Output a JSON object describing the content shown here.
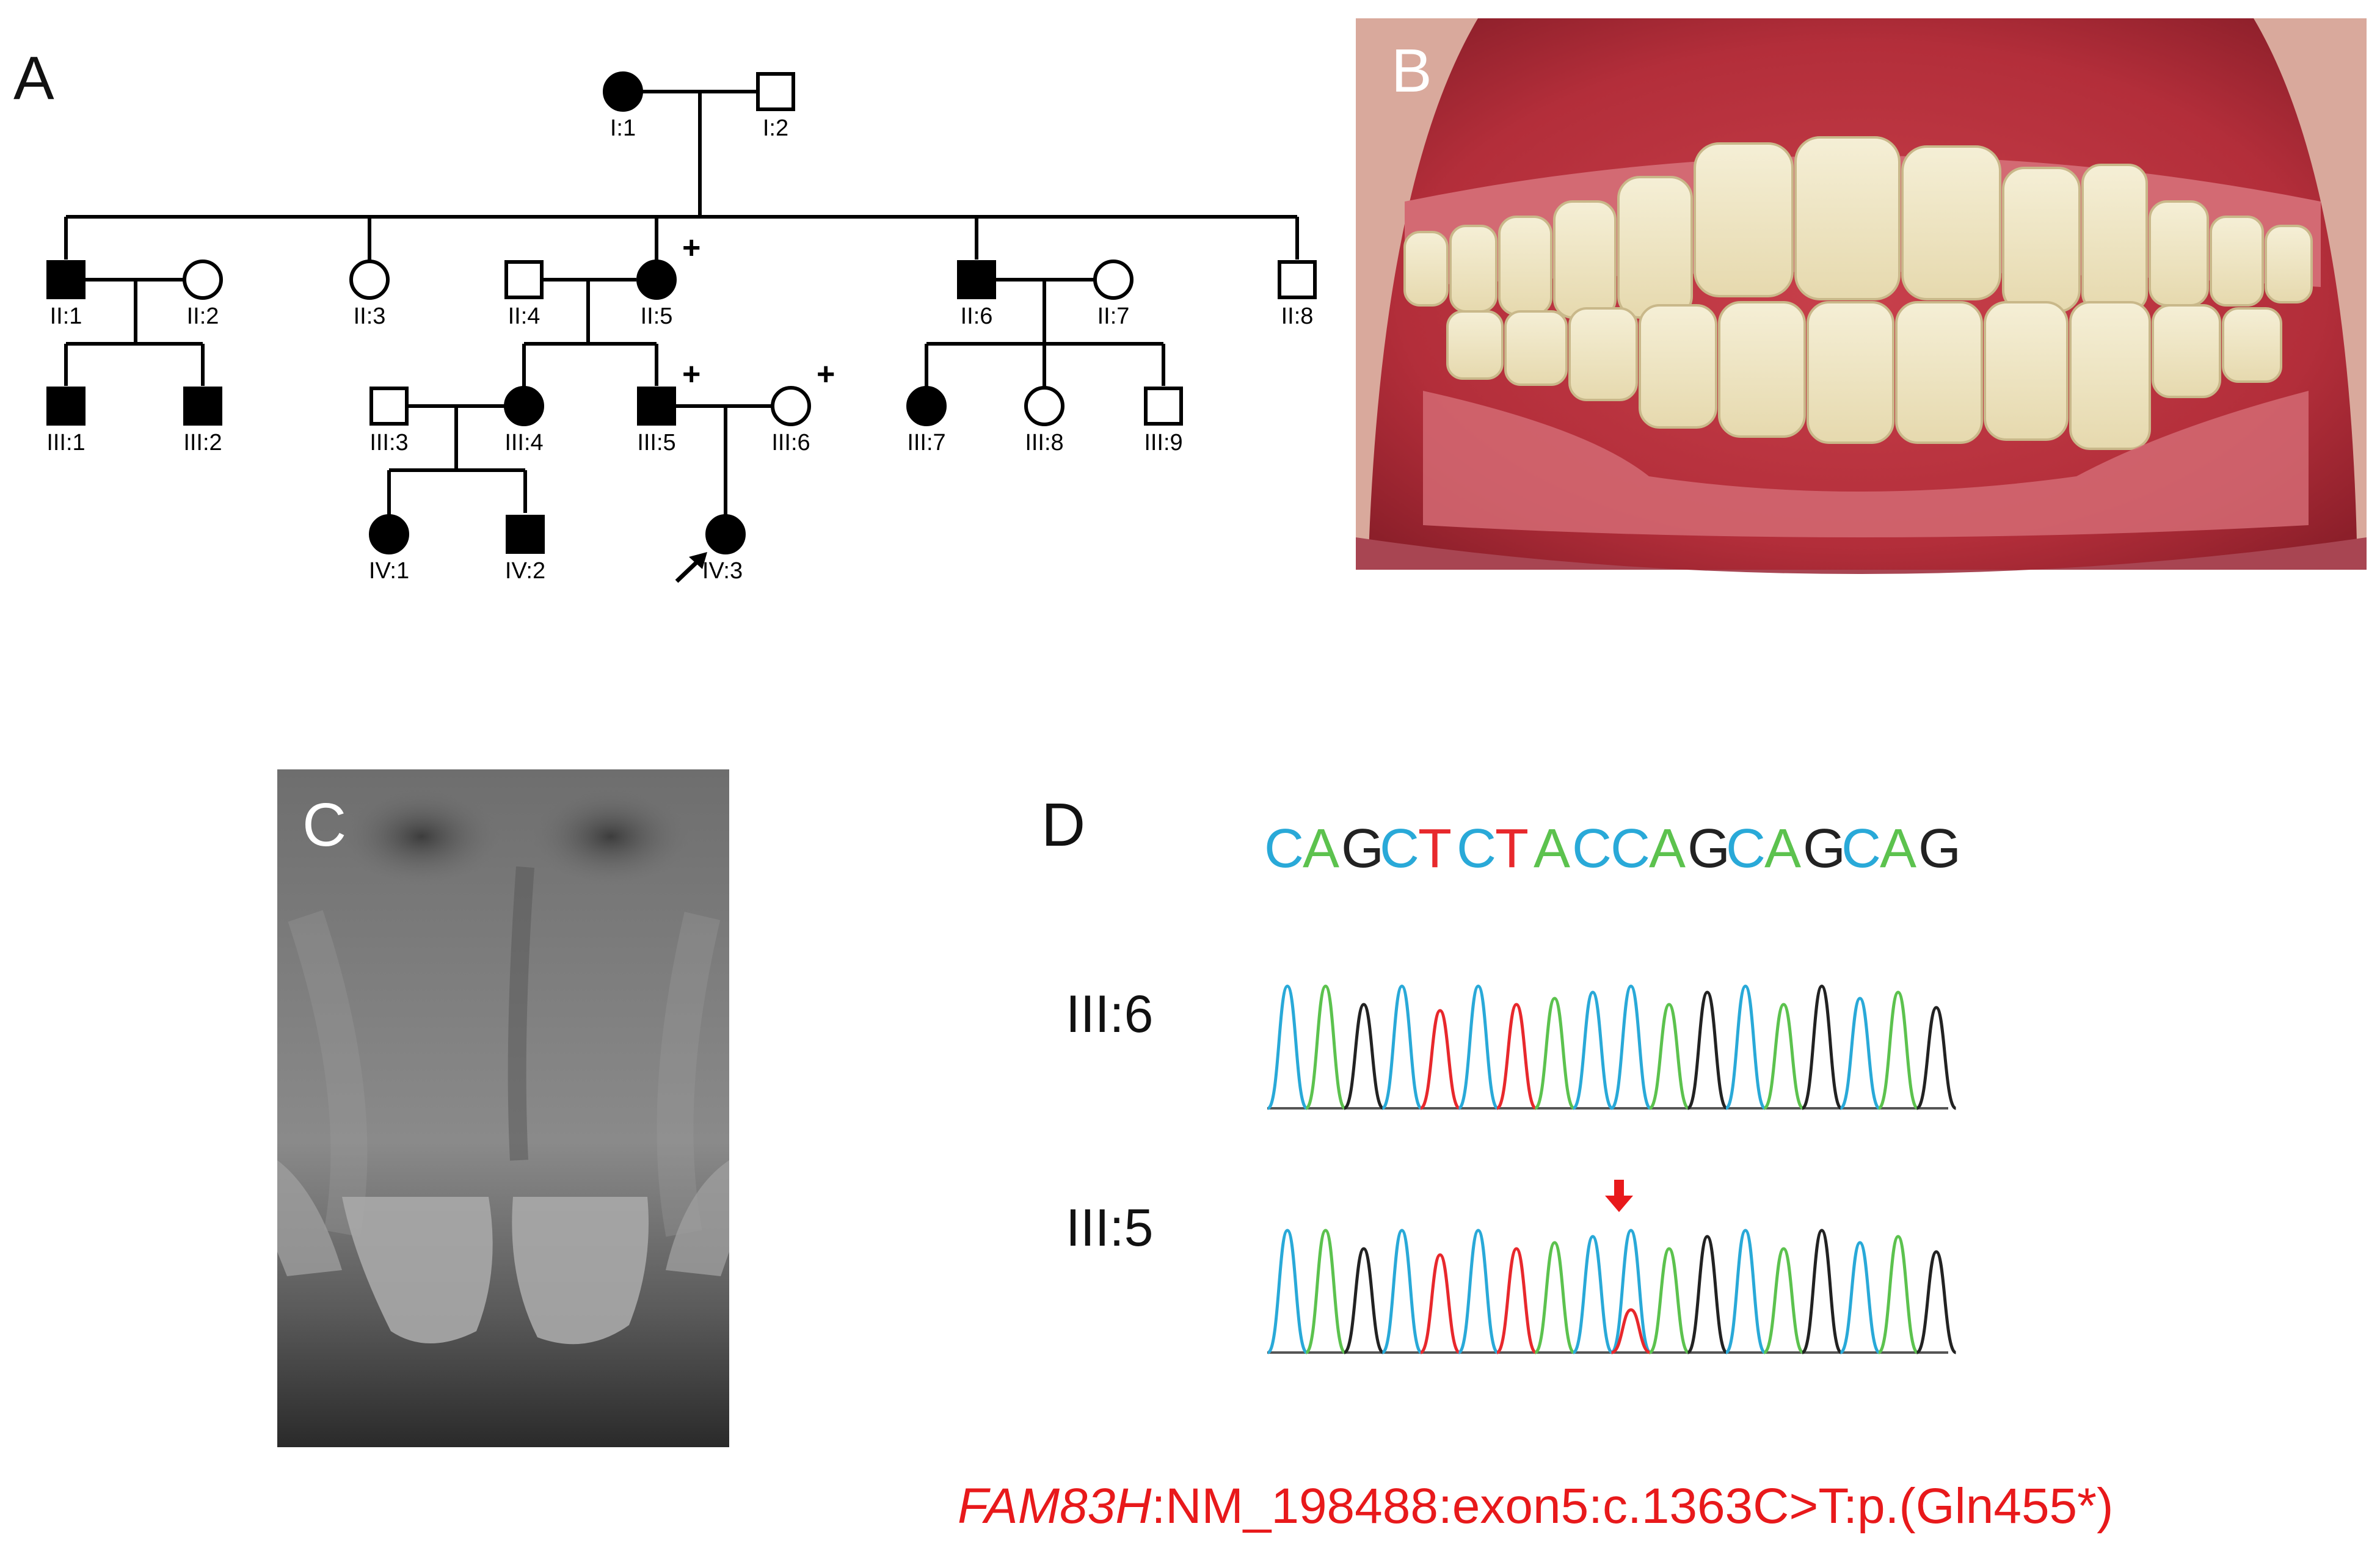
{
  "panels": {
    "a": "A",
    "b": "B",
    "c": "C",
    "d": "D"
  },
  "pedigree": {
    "individuals": [
      {
        "id": "I:1",
        "sex": "female",
        "affected": true,
        "carrier_tested": false
      },
      {
        "id": "I:2",
        "sex": "male",
        "affected": false,
        "carrier_tested": false
      },
      {
        "id": "II:1",
        "sex": "male",
        "affected": true,
        "carrier_tested": false
      },
      {
        "id": "II:2",
        "sex": "female",
        "affected": false,
        "carrier_tested": false
      },
      {
        "id": "II:3",
        "sex": "female",
        "affected": false,
        "carrier_tested": false
      },
      {
        "id": "II:4",
        "sex": "male",
        "affected": false,
        "carrier_tested": false
      },
      {
        "id": "II:5",
        "sex": "female",
        "affected": true,
        "carrier_tested": true
      },
      {
        "id": "II:6",
        "sex": "male",
        "affected": true,
        "carrier_tested": false
      },
      {
        "id": "II:7",
        "sex": "female",
        "affected": false,
        "carrier_tested": false
      },
      {
        "id": "II:8",
        "sex": "male",
        "affected": false,
        "carrier_tested": false
      },
      {
        "id": "III:1",
        "sex": "male",
        "affected": true,
        "carrier_tested": false
      },
      {
        "id": "III:2",
        "sex": "male",
        "affected": true,
        "carrier_tested": false
      },
      {
        "id": "III:3",
        "sex": "male",
        "affected": false,
        "carrier_tested": false
      },
      {
        "id": "III:4",
        "sex": "female",
        "affected": true,
        "carrier_tested": false
      },
      {
        "id": "III:5",
        "sex": "male",
        "affected": true,
        "carrier_tested": true
      },
      {
        "id": "III:6",
        "sex": "female",
        "affected": false,
        "carrier_tested": true
      },
      {
        "id": "III:7",
        "sex": "female",
        "affected": true,
        "carrier_tested": false
      },
      {
        "id": "III:8",
        "sex": "female",
        "affected": false,
        "carrier_tested": false
      },
      {
        "id": "III:9",
        "sex": "male",
        "affected": false,
        "carrier_tested": false
      },
      {
        "id": "IV:1",
        "sex": "female",
        "affected": true,
        "carrier_tested": false
      },
      {
        "id": "IV:2",
        "sex": "male",
        "affected": true,
        "carrier_tested": false
      },
      {
        "id": "IV:3",
        "sex": "female",
        "affected": true,
        "carrier_tested": false,
        "proband": true
      }
    ],
    "tested_mark": "+"
  },
  "sequence": {
    "bases": "CAGCTCTACCAGCAGCAG",
    "base_colors": {
      "C": "#29a9d8",
      "A": "#5cc24e",
      "G": "#222222",
      "T": "#e8282c"
    }
  },
  "chromatograms": [
    {
      "label": "III:6",
      "heterozygous": false
    },
    {
      "label": "III:5",
      "heterozygous": true
    }
  ],
  "variant": {
    "gene": "FAM83H",
    "detail": ":NM_198488:exon5:c.1363C>T:p.(Gln455*)",
    "color": "#e8191b"
  }
}
